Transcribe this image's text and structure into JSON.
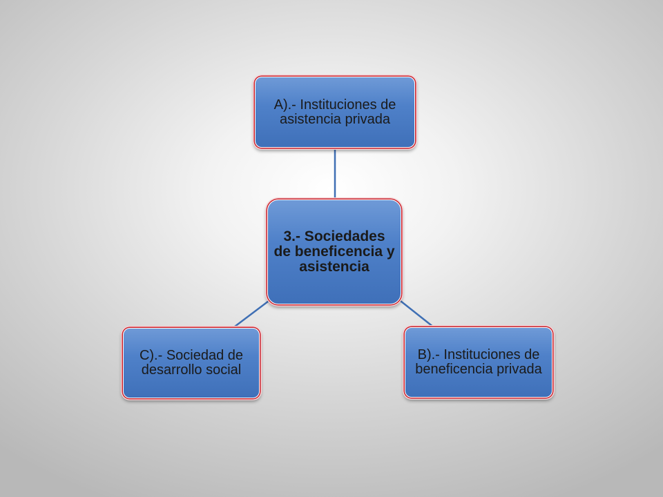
{
  "diagram": {
    "center": {
      "label": "3.- Sociedades de beneficencia y asistencia"
    },
    "nodes": [
      {
        "id": "a",
        "label": "A).- Instituciones de asistencia privada"
      },
      {
        "id": "b",
        "label": "B).- Instituciones de beneficencia privada"
      },
      {
        "id": "c",
        "label": "C).- Sociedad de desarrollo social"
      }
    ],
    "edges": [
      {
        "from": "center",
        "to": "a"
      },
      {
        "from": "center",
        "to": "b"
      },
      {
        "from": "center",
        "to": "c"
      }
    ],
    "colors": {
      "node_fill": "#4f81c9",
      "node_border": "#c61f2a",
      "connector": "#3f6fb4",
      "background": "#e6e6e6"
    }
  }
}
